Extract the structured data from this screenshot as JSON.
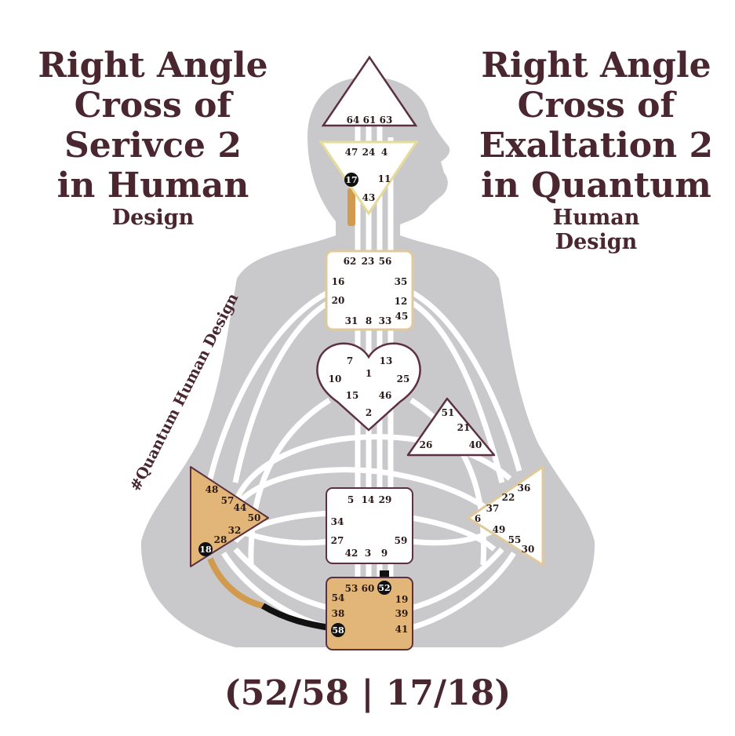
{
  "left_title": {
    "lines": [
      "Right Angle",
      "Cross of",
      "Serivce 2",
      "in Human"
    ],
    "sub": [
      "Design"
    ]
  },
  "right_title": {
    "lines": [
      "Right Angle",
      "Cross of",
      "Exaltation 2",
      "in Quantum"
    ],
    "sub": [
      "Human",
      "Design"
    ]
  },
  "hashtag": "#Quantum Human Design",
  "formula": "(52/58 | 17/18)",
  "colors": {
    "text": "#4a2630",
    "body": "#c9c9cb",
    "defined": "#e2b678",
    "black": "#111111",
    "outline": "#5c3040"
  },
  "centers": {
    "head": {
      "gates": [
        "64",
        "61",
        "63"
      ]
    },
    "ajna": {
      "gates": [
        "47",
        "24",
        "4",
        "17",
        "11",
        "43"
      ]
    },
    "throat": {
      "gates": [
        "62",
        "23",
        "56",
        "16",
        "35",
        "20",
        "12",
        "31",
        "8",
        "33",
        "45"
      ]
    },
    "g": {
      "gates": [
        "7",
        "13",
        "1",
        "10",
        "25",
        "15",
        "46",
        "2"
      ]
    },
    "heart": {
      "gates": [
        "51",
        "21",
        "26",
        "40"
      ]
    },
    "spleen": {
      "gates": [
        "48",
        "57",
        "44",
        "50",
        "32",
        "28",
        "18"
      ]
    },
    "sacral": {
      "gates": [
        "5",
        "14",
        "29",
        "34",
        "27",
        "59",
        "42",
        "3",
        "9"
      ]
    },
    "solar": {
      "gates": [
        "36",
        "22",
        "37",
        "6",
        "49",
        "55",
        "30"
      ]
    },
    "root": {
      "gates": [
        "53",
        "60",
        "52",
        "54",
        "19",
        "38",
        "39",
        "58",
        "41"
      ]
    }
  }
}
